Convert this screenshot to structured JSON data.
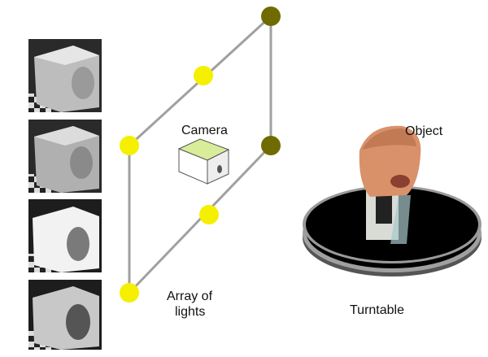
{
  "labels": {
    "camera": "Camera",
    "object": "Object",
    "array_line1": "Array of",
    "array_line2": "lights",
    "turntable": "Turntable"
  },
  "colors": {
    "light_on": "#f5ef00",
    "light_off": "#706b00",
    "frame_line": "#a0a0a0",
    "camera_top": "#d9ec9a",
    "clay": "#d9916a"
  },
  "thumbnails": [
    {
      "state": "lit from upper-right"
    },
    {
      "state": "lit from right"
    },
    {
      "state": "lit from front"
    },
    {
      "state": "lit from lower-left"
    }
  ]
}
